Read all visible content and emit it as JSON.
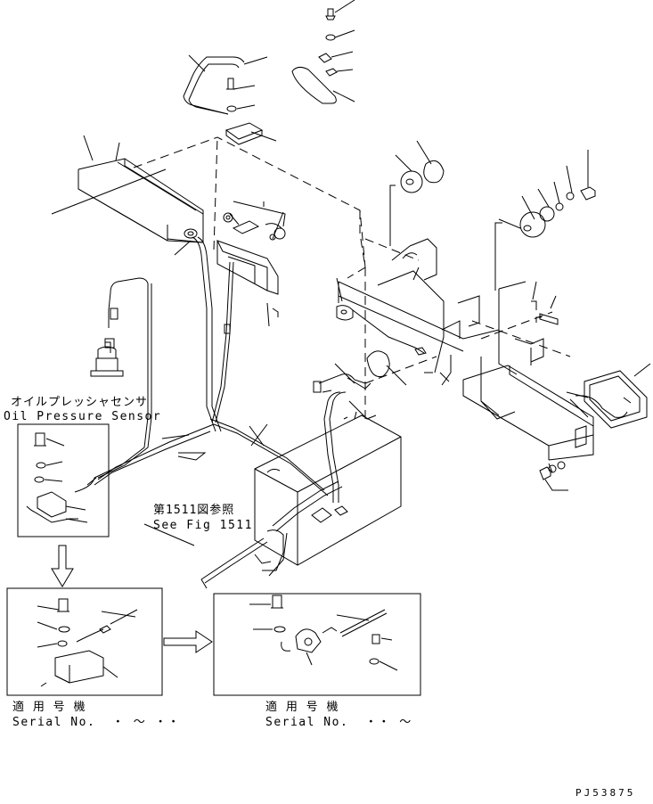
{
  "sensor_label": {
    "jp": "オイルプレッシャセンサ",
    "en": "Oil Pressure Sensor"
  },
  "fig_ref": {
    "jp": "第1511図参照",
    "en": "See Fig 1511"
  },
  "serial_left": {
    "jp": "適 用 号 機",
    "en": "Serial No.  ・ ～ ・・"
  },
  "serial_right": {
    "jp": "適 用 号 機",
    "en": "Serial No.  ・・ ～"
  },
  "drawing_code": "PJ53875"
}
